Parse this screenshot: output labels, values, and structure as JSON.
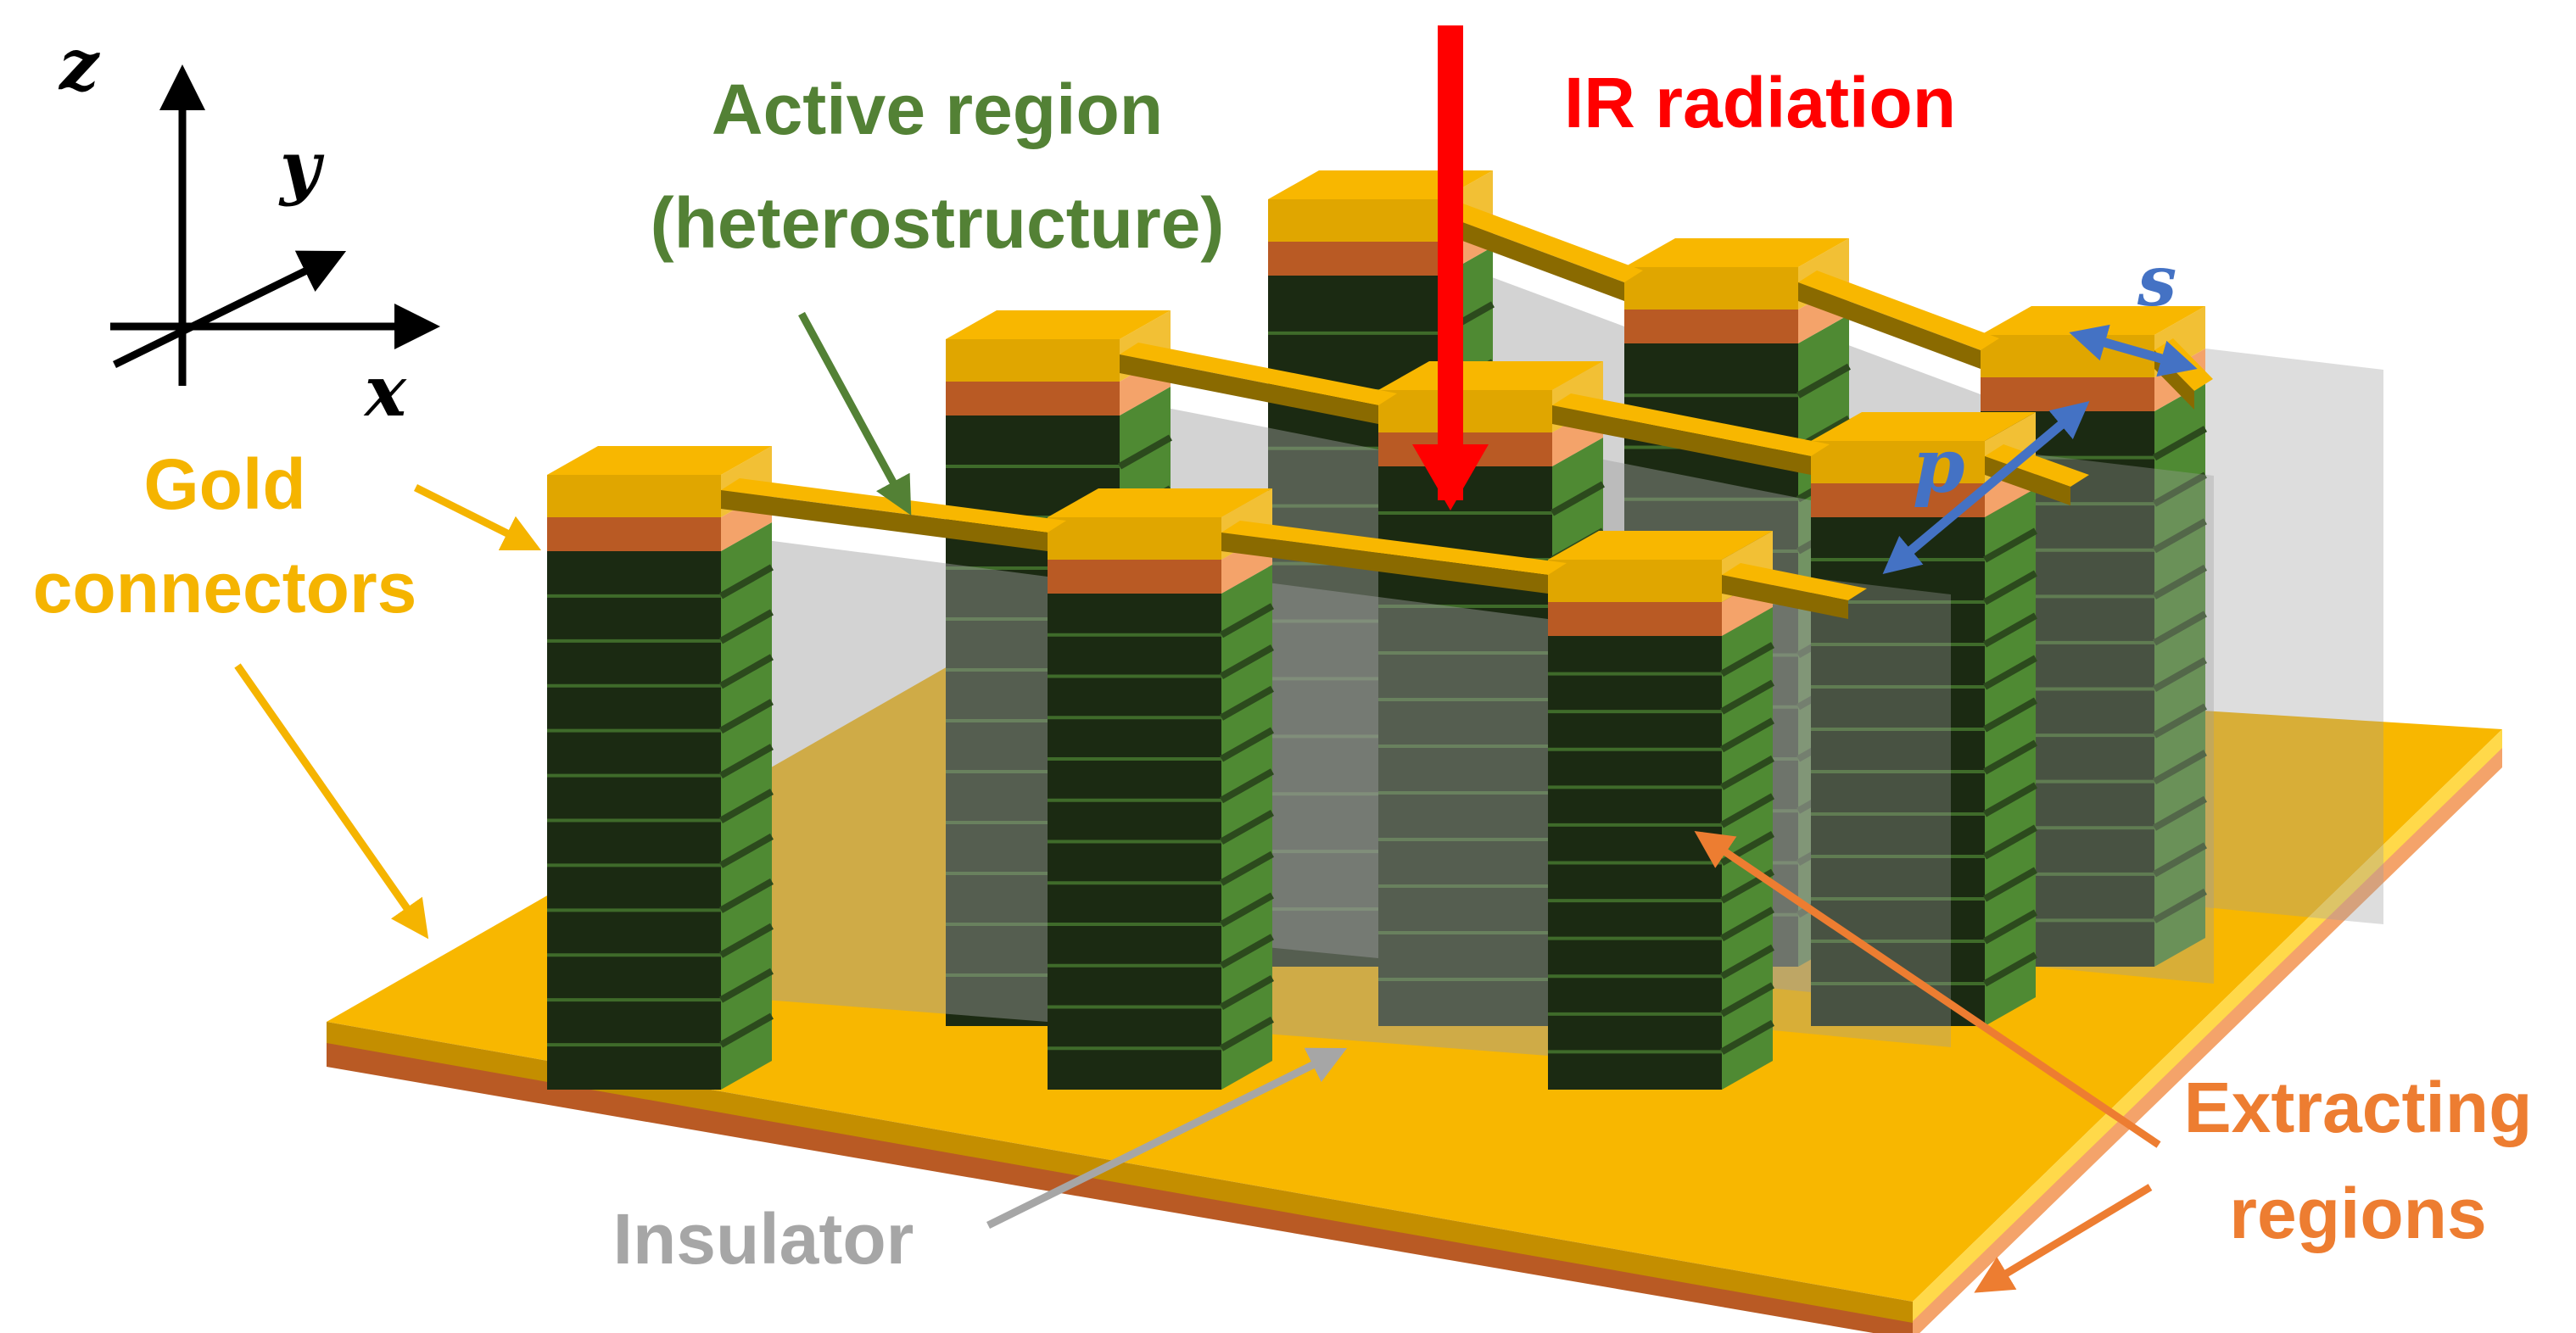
{
  "labels": {
    "active_region_line1": "Active region",
    "active_region_line2": "(heterostructure)",
    "ir_radiation": "IR radiation",
    "gold_line1": "Gold",
    "gold_line2": "connectors",
    "insulator": "Insulator",
    "extracting_line1": "Extracting",
    "extracting_line2": "regions",
    "period_p": "p",
    "spacing_s": "s"
  },
  "axes": {
    "x": "x",
    "y": "y",
    "z": "z"
  },
  "colors": {
    "gold": "#F8B700",
    "gold_dark": "#C48E00",
    "gold_front": "#E0A600",
    "copper": "#B95A24",
    "copper_light": "#F4A36A",
    "insulator": "#9E9E9E",
    "layer_dark": "#1B2A12",
    "layer_green": "#4F8A33",
    "active_label": "#538135",
    "ir_label": "#FF0000",
    "gold_label": "#F5B400",
    "insulator_label": "#A6A6A6",
    "extract_label": "#ED7D31",
    "dimension": "#4472C4"
  },
  "structure": {
    "rows": 3,
    "pillars_per_row": 3,
    "stack_layers": 12
  }
}
